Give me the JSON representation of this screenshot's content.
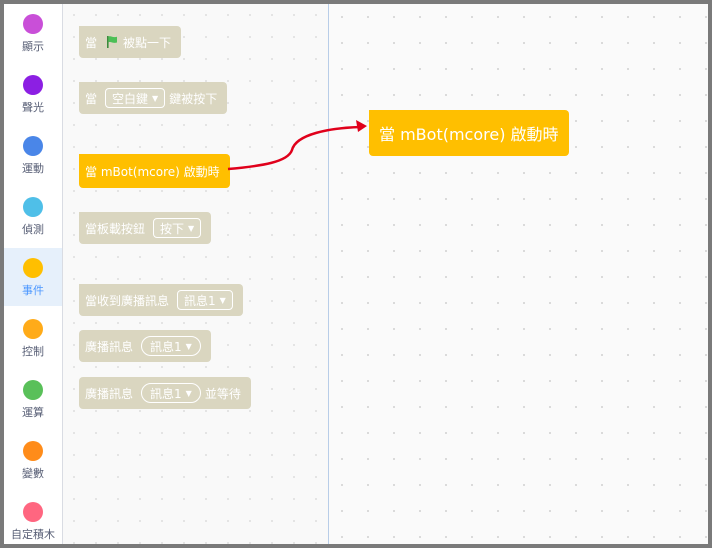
{
  "categories": [
    {
      "label": "顯示",
      "color": "#c94fd8"
    },
    {
      "label": "聲光",
      "color": "#8c1fe3"
    },
    {
      "label": "運動",
      "color": "#4a86e8"
    },
    {
      "label": "偵測",
      "color": "#4fbfe8"
    },
    {
      "label": "事件",
      "color": "#ffbf00",
      "selected": true
    },
    {
      "label": "控制",
      "color": "#ffab19"
    },
    {
      "label": "運算",
      "color": "#59c059"
    },
    {
      "label": "變數",
      "color": "#ff8c1a"
    },
    {
      "label": "自定積木",
      "color": "#ff6680"
    }
  ],
  "palette": {
    "flag_block": {
      "prefix": "當",
      "suffix": "被點一下"
    },
    "key_block": {
      "prefix": "當",
      "dropdown": "空白鍵",
      "suffix": "鍵被按下"
    },
    "mbot_block": {
      "text": "當 mBot(mcore) 啟動時"
    },
    "button_block": {
      "prefix": "當板載按鈕",
      "dropdown": "按下"
    },
    "receive_block": {
      "prefix": "當收到廣播訊息",
      "dropdown": "訊息1"
    },
    "broadcast_block": {
      "prefix": "廣播訊息",
      "dropdown": "訊息1"
    },
    "broadcast_wait_block": {
      "prefix": "廣播訊息",
      "dropdown": "訊息1",
      "suffix": "並等待"
    }
  },
  "workspace": {
    "block_text": "當 mBot(mcore) 啟動時"
  },
  "colors": {
    "active_block": "#ffbf00",
    "inactive_block": "#dad6c0",
    "arrow": "#e0001b"
  }
}
